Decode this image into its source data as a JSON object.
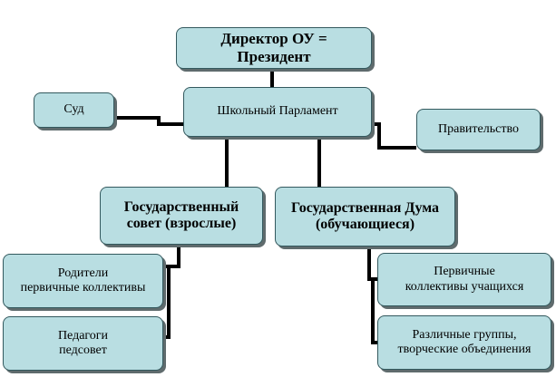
{
  "nodes": {
    "director": "Директор ОУ =\nПрезидент",
    "parliament": "Школьный Парламент",
    "court": "Суд",
    "government": "Правительство",
    "state_council": "Государственный\nсовет (взрослые)",
    "state_duma": "Государственная Дума\n(обучающиеся)",
    "parents": "Родители\nпервичные коллективы",
    "teachers": "Педагоги\nпедсовет",
    "student_collectives": "Первичные\nколлективы учащихся",
    "groups": "Различные группы,\nтворческие объединения"
  },
  "colors": {
    "box_fill": "#b9dee2",
    "box_border": "#33595e",
    "connector": "#000000",
    "shadow": "#5f6b6d"
  }
}
